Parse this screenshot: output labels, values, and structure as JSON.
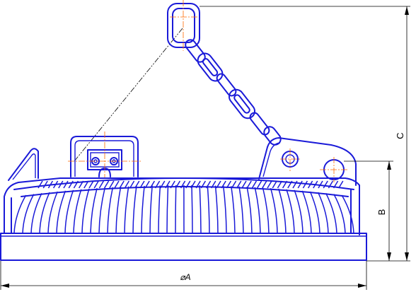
{
  "dimensions": {
    "height_C": "C",
    "height_B": "B",
    "diameter_A": "⌀A"
  },
  "colors": {
    "outline": "#1a1ad8",
    "centerline": "#ff6a00",
    "dimension": "#000000"
  }
}
